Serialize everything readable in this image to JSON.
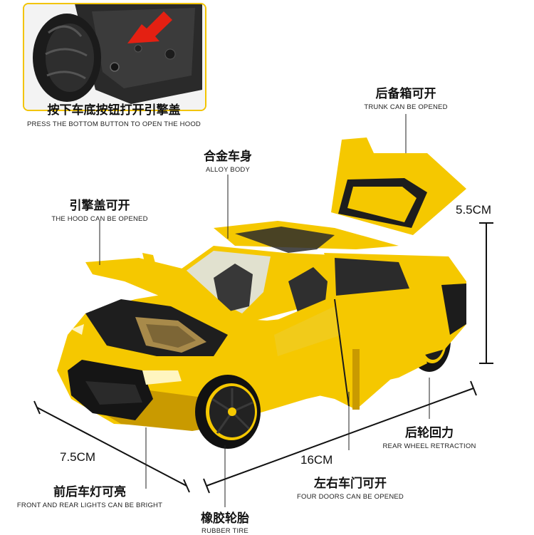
{
  "inset": {
    "title_zh": "按下车底按钮打开引擎盖",
    "title_en": "PRESS THE BOTTOM BUTTON TO OPEN THE HOOD"
  },
  "labels": {
    "trunk": {
      "zh": "后备箱可开",
      "en": "TRUNK CAN BE OPENED"
    },
    "body": {
      "zh": "合金车身",
      "en": "ALLOY BODY"
    },
    "hood": {
      "zh": "引擎盖可开",
      "en": "THE HOOD CAN BE OPENED"
    },
    "rear_wheel": {
      "zh": "后轮回力",
      "en": "REAR WHEEL RETRACTION"
    },
    "doors": {
      "zh": "左右车门可开",
      "en": "FOUR DOORS CAN BE OPENED"
    },
    "lights": {
      "zh": "前后车灯可亮",
      "en": "FRONT AND REAR LIGHTS CAN BE BRIGHT"
    },
    "tire": {
      "zh": "橡胶轮胎",
      "en": "RUBBER TIRE"
    }
  },
  "dimensions": {
    "height": "5.5CM",
    "width": "7.5CM",
    "length": "16CM"
  },
  "colors": {
    "car_body": "#f5c800",
    "car_shadow": "#c99a00",
    "inset_border": "#f2c400",
    "dark": "#1a1a1a"
  }
}
